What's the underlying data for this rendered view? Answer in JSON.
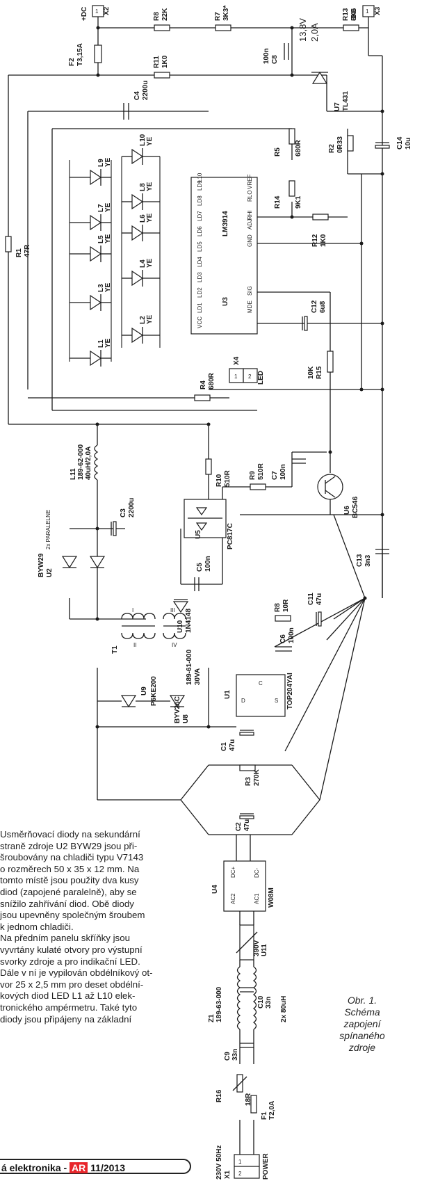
{
  "schematic": {
    "connectors": {
      "x2": {
        "pin": "1",
        "name": "X2",
        "net": "+DC"
      },
      "x3": {
        "pin": "1",
        "name": "X3",
        "net": "-DC"
      },
      "x4": {
        "pins": [
          "1",
          "2"
        ],
        "name": "X4",
        "tag": "LED"
      },
      "x1": {
        "pins": [
          "1",
          "2"
        ],
        "name": "X1",
        "tag": "POWER",
        "mains": "230V 50Hz"
      }
    },
    "output_spec": {
      "voltage": "13,8V",
      "current": "2,0A"
    },
    "components": {
      "r8a": {
        "ref": "R8",
        "value": "22K"
      },
      "r7": {
        "ref": "R7",
        "value": "3K3*"
      },
      "r13": {
        "ref": "R13",
        "value": "5K6"
      },
      "f2": {
        "ref": "F2",
        "value": "T3,15A"
      },
      "r11": {
        "ref": "R11",
        "value": "1K0"
      },
      "c8": {
        "ref": "C8",
        "value": "100n"
      },
      "u7": {
        "ref": "U7",
        "value": "TL431"
      },
      "c4": {
        "ref": "C4",
        "value": "2200u"
      },
      "r5": {
        "ref": "R5",
        "value": "680R"
      },
      "r2": {
        "ref": "R2",
        "value": "0R33"
      },
      "c14": {
        "ref": "C14",
        "value": "10u"
      },
      "r14": {
        "ref": "R14",
        "value": "9K1"
      },
      "r1": {
        "ref": "R1",
        "value": "47R"
      },
      "u3": {
        "ref": "U3",
        "value": "LM3914"
      },
      "r12": {
        "ref": "R12",
        "value": "1K0"
      },
      "c12": {
        "ref": "C12",
        "value": "6u8"
      },
      "r15": {
        "ref": "R15",
        "value": "10K"
      },
      "r4": {
        "ref": "R4",
        "value": "680R"
      },
      "l11": {
        "ref": "L11",
        "value": "189-62-000",
        "value2": "40uH/2,0A"
      },
      "r10": {
        "ref": "R10",
        "value": "510R"
      },
      "r9": {
        "ref": "R9",
        "value": "510R"
      },
      "c7": {
        "ref": "C7",
        "value": "100n"
      },
      "u6": {
        "ref": "U6",
        "value": "BC546"
      },
      "c3": {
        "ref": "C3",
        "value": "2200u"
      },
      "u2": {
        "ref": "U2",
        "value": "BYW29",
        "note": "2x PARALELNE"
      },
      "u5": {
        "ref": "U5",
        "value": "PC817C"
      },
      "c13": {
        "ref": "C13",
        "value": "3n3"
      },
      "c5": {
        "ref": "C5",
        "value": "100n"
      },
      "u10": {
        "ref": "U10",
        "value": "1N4148"
      },
      "r8b": {
        "ref": "R8",
        "value": "10R"
      },
      "c11": {
        "ref": "C11",
        "value": "47u"
      },
      "c6": {
        "ref": "C6",
        "value": "100n"
      },
      "t1": {
        "ref": "T1",
        "value": "189-61-000",
        "value2": "30VA"
      },
      "u9": {
        "ref": "U9",
        "value": "P6KE200"
      },
      "u8": {
        "ref": "U8",
        "value": "BYV26C"
      },
      "u1": {
        "ref": "U1",
        "value": "TOP204YAI"
      },
      "c1": {
        "ref": "C1",
        "value": "47u"
      },
      "r3": {
        "ref": "R3",
        "value": "270K"
      },
      "c2": {
        "ref": "C2",
        "value": "47u"
      },
      "u4": {
        "ref": "U4",
        "value": "W08M"
      },
      "u11": {
        "ref": "U11",
        "value": "390V"
      },
      "z1": {
        "ref": "Z1",
        "value": "189-63-000"
      },
      "c10": {
        "ref": "C10",
        "value": "33n"
      },
      "c9": {
        "ref": "C9",
        "value": "33n"
      },
      "l2x": {
        "value": "2x 80uH"
      },
      "r16": {
        "ref": "R16",
        "value": "18R"
      },
      "f1": {
        "ref": "F1",
        "value": "T2,0A"
      }
    },
    "u3_pins": {
      "left": [
        "VCC",
        "LD1",
        "LD2",
        "LD3",
        "LD4",
        "LD5",
        "LD6",
        "LD7",
        "LD8",
        "LD9",
        "L10"
      ],
      "right": [
        "MDE",
        "SIG",
        "GND",
        "ADJ",
        "RHI",
        "RLO",
        "VREF"
      ]
    },
    "u1_pins": [
      "C",
      "D",
      "S"
    ],
    "u4_pins": [
      "DC+",
      "DC-",
      "AC2",
      "AC1"
    ],
    "leds_left": [
      {
        "ref": "L1",
        "value": "YE"
      },
      {
        "ref": "L3",
        "value": "YE"
      },
      {
        "ref": "L5",
        "value": "YE"
      },
      {
        "ref": "L7",
        "value": "YE"
      },
      {
        "ref": "L9",
        "value": "YE"
      }
    ],
    "leds_right": [
      {
        "ref": "L2",
        "value": "YE"
      },
      {
        "ref": "L4",
        "value": "YE"
      },
      {
        "ref": "L6",
        "value": "YE"
      },
      {
        "ref": "L8",
        "value": "YE"
      },
      {
        "ref": "L10",
        "value": "YE"
      }
    ],
    "t1_windings": [
      "I",
      "II",
      "III",
      "IV"
    ]
  },
  "article": {
    "lines": [
      "Usměrňovací diody na sekundární",
      "straně zdroje U2 BYW29 jsou při-",
      "šroubovány na chladiči typu V7143",
      "o rozměrech 50 x 35 x 12 mm. Na",
      "tomto místě jsou použity dva kusy",
      "diod (zapojené paralelně), aby se",
      "snížilo zahřívání diod. Obě diody",
      "jsou upevněny společným šroubem",
      "k jednom chladiči.",
      "Na předním panelu skříňky jsou",
      "vyvrtány kulaté otvory pro výstupní",
      "svorky zdroje a pro indikační LED.",
      "Dále v ní je vypilován obdélníkový ot-",
      "vor 25 x 2,5 mm pro deset obdélní-",
      "kových diod LED L1 až L10 elek-",
      "tronického ampérmetru. Také tyto",
      "diody jsou připájeny na základní"
    ]
  },
  "caption": {
    "lines": [
      "Obr. 1.",
      "Schéma",
      "zapojení",
      "spínaného",
      "zdroje"
    ]
  },
  "footer": {
    "prefix": "á elektronika - ",
    "brand": "AR",
    "issue": "11/2013"
  }
}
